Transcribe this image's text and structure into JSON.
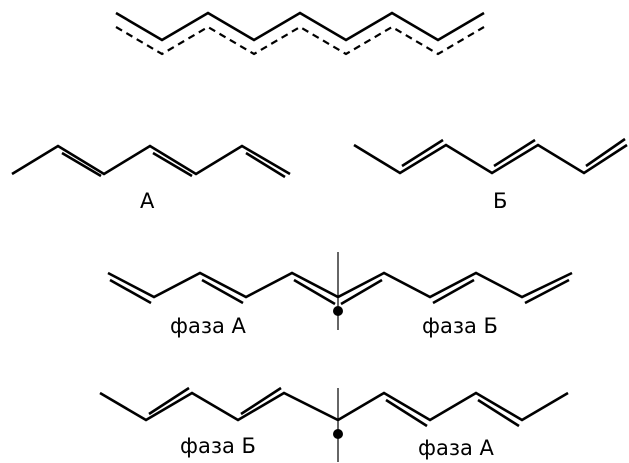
{
  "labels": {
    "isomer_a": "А",
    "isomer_b": "Б",
    "row3_left": "фаза А",
    "row3_right": "фаза Б",
    "row4_left": "фаза Б",
    "row4_right": "фаза А"
  }
}
